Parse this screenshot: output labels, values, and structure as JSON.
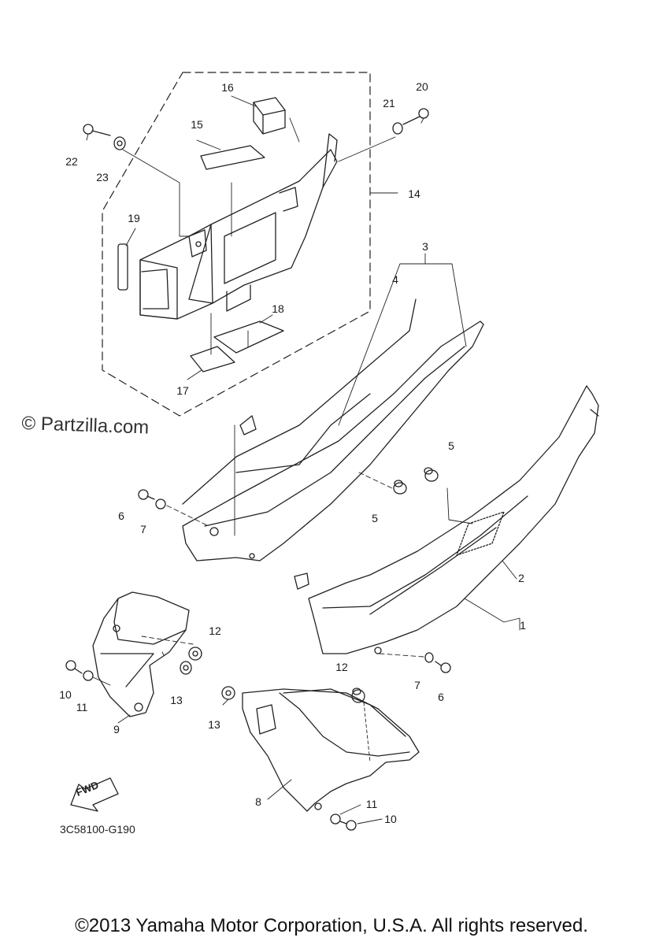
{
  "watermark": "© Partzilla.com",
  "diagram_code": "3C58100-G190",
  "copyright": "©2013 Yamaha Motor Corporation, U.S.A. All rights reserved.",
  "fwd_label": "FWD",
  "callouts": [
    {
      "id": "c1",
      "label": "1"
    },
    {
      "id": "c2",
      "label": "2"
    },
    {
      "id": "c3",
      "label": "3"
    },
    {
      "id": "c4",
      "label": "4"
    },
    {
      "id": "c5a",
      "label": "5"
    },
    {
      "id": "c5b",
      "label": "5"
    },
    {
      "id": "c6a",
      "label": "6"
    },
    {
      "id": "c6b",
      "label": "6"
    },
    {
      "id": "c7a",
      "label": "7"
    },
    {
      "id": "c7b",
      "label": "7"
    },
    {
      "id": "c8",
      "label": "8"
    },
    {
      "id": "c9",
      "label": "9"
    },
    {
      "id": "c10a",
      "label": "10"
    },
    {
      "id": "c10b",
      "label": "10"
    },
    {
      "id": "c11a",
      "label": "11"
    },
    {
      "id": "c11b",
      "label": "11"
    },
    {
      "id": "c12a",
      "label": "12"
    },
    {
      "id": "c12b",
      "label": "12"
    },
    {
      "id": "c13a",
      "label": "13"
    },
    {
      "id": "c13b",
      "label": "13"
    },
    {
      "id": "c14",
      "label": "14"
    },
    {
      "id": "c15",
      "label": "15"
    },
    {
      "id": "c16",
      "label": "16"
    },
    {
      "id": "c17",
      "label": "17"
    },
    {
      "id": "c18",
      "label": "18"
    },
    {
      "id": "c19",
      "label": "19"
    },
    {
      "id": "c20",
      "label": "20"
    },
    {
      "id": "c21",
      "label": "21"
    },
    {
      "id": "c22",
      "label": "22"
    },
    {
      "id": "c23",
      "label": "23"
    }
  ]
}
